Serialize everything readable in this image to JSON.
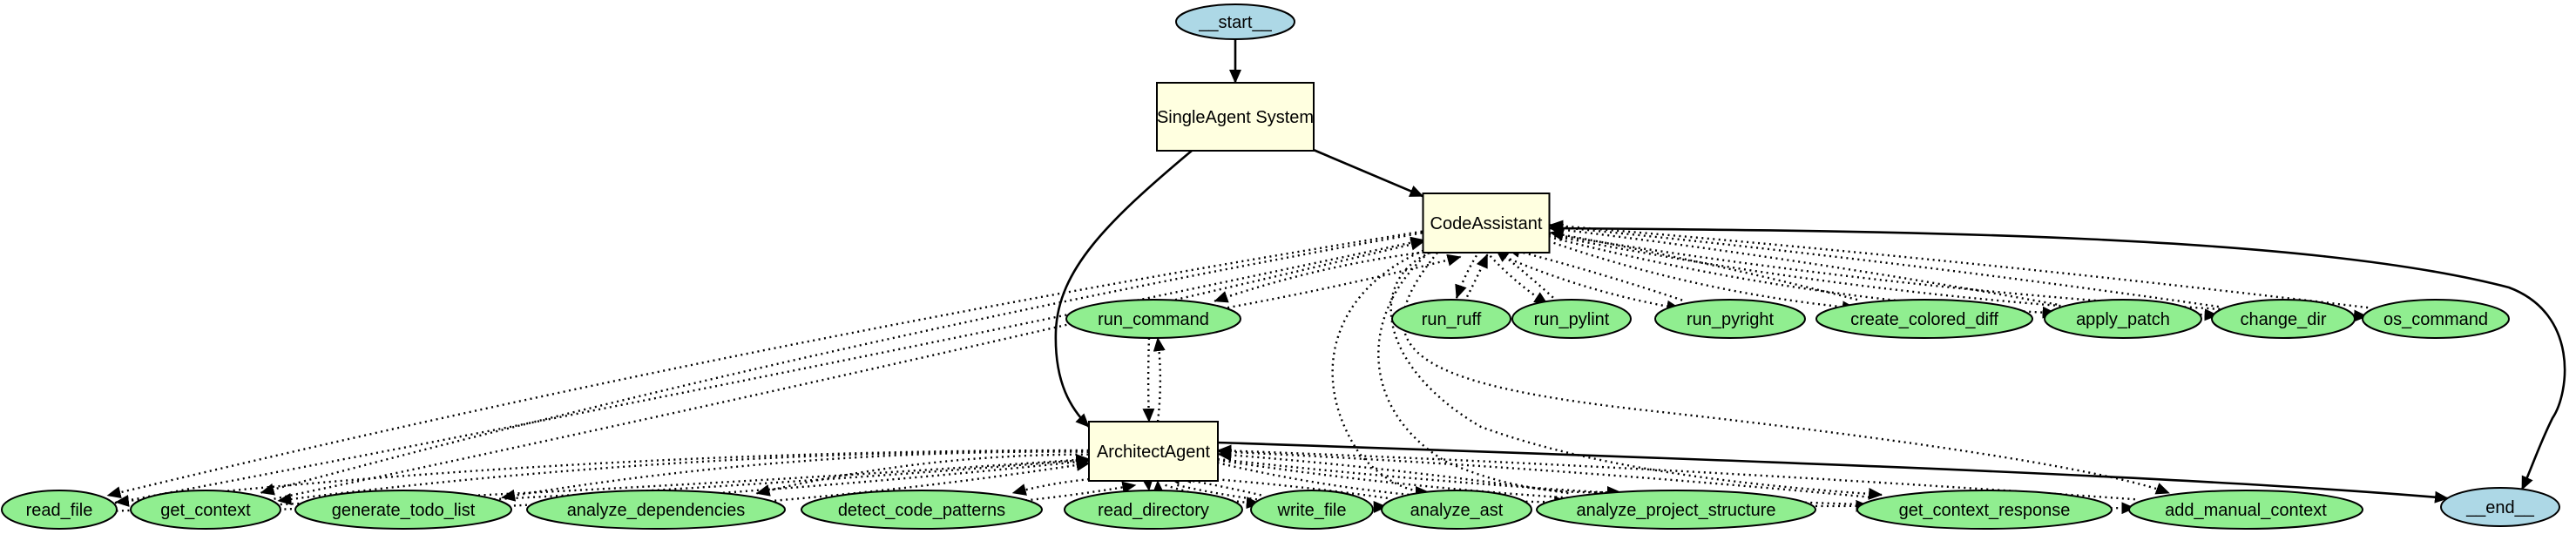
{
  "graph": {
    "colors": {
      "terminal": "#add8e6",
      "agent": "#ffffe0",
      "tool": "#90ee90",
      "edge": "#000000"
    },
    "nodes": [
      {
        "id": "start",
        "label": "__start__",
        "kind": "terminal"
      },
      {
        "id": "single_agent",
        "label": "SingleAgent System",
        "kind": "agent"
      },
      {
        "id": "code_assistant",
        "label": "CodeAssistant",
        "kind": "agent"
      },
      {
        "id": "architect_agent",
        "label": "ArchitectAgent",
        "kind": "agent"
      },
      {
        "id": "end",
        "label": "__end__",
        "kind": "terminal"
      },
      {
        "id": "run_command",
        "label": "run_command",
        "kind": "tool"
      },
      {
        "id": "run_ruff",
        "label": "run_ruff",
        "kind": "tool"
      },
      {
        "id": "run_pylint",
        "label": "run_pylint",
        "kind": "tool"
      },
      {
        "id": "run_pyright",
        "label": "run_pyright",
        "kind": "tool"
      },
      {
        "id": "create_colored_diff",
        "label": "create_colored_diff",
        "kind": "tool"
      },
      {
        "id": "apply_patch",
        "label": "apply_patch",
        "kind": "tool"
      },
      {
        "id": "change_dir",
        "label": "change_dir",
        "kind": "tool"
      },
      {
        "id": "os_command",
        "label": "os_command",
        "kind": "tool"
      },
      {
        "id": "read_file",
        "label": "read_file",
        "kind": "tool"
      },
      {
        "id": "get_context",
        "label": "get_context",
        "kind": "tool"
      },
      {
        "id": "generate_todo_list",
        "label": "generate_todo_list",
        "kind": "tool"
      },
      {
        "id": "analyze_dependencies",
        "label": "analyze_dependencies",
        "kind": "tool"
      },
      {
        "id": "detect_code_patterns",
        "label": "detect_code_patterns",
        "kind": "tool"
      },
      {
        "id": "read_directory",
        "label": "read_directory",
        "kind": "tool"
      },
      {
        "id": "write_file",
        "label": "write_file",
        "kind": "tool"
      },
      {
        "id": "analyze_ast",
        "label": "analyze_ast",
        "kind": "tool"
      },
      {
        "id": "analyze_project_structure",
        "label": "analyze_project_structure",
        "kind": "tool"
      },
      {
        "id": "get_context_response",
        "label": "get_context_response",
        "kind": "tool"
      },
      {
        "id": "add_manual_context",
        "label": "add_manual_context",
        "kind": "tool"
      }
    ],
    "edges": [
      {
        "from": "start",
        "to": "single_agent",
        "style": "solid"
      },
      {
        "from": "single_agent",
        "to": "code_assistant",
        "style": "solid"
      },
      {
        "from": "single_agent",
        "to": "architect_agent",
        "style": "solid"
      },
      {
        "from": "code_assistant",
        "to": "end",
        "style": "solid"
      },
      {
        "from": "architect_agent",
        "to": "end",
        "style": "solid"
      },
      {
        "from": "code_assistant",
        "to": "run_command",
        "style": "dotted"
      },
      {
        "from": "code_assistant",
        "to": "run_ruff",
        "style": "dotted"
      },
      {
        "from": "code_assistant",
        "to": "run_pylint",
        "style": "dotted"
      },
      {
        "from": "code_assistant",
        "to": "run_pyright",
        "style": "dotted"
      },
      {
        "from": "code_assistant",
        "to": "create_colored_diff",
        "style": "dotted"
      },
      {
        "from": "code_assistant",
        "to": "apply_patch",
        "style": "dotted"
      },
      {
        "from": "code_assistant",
        "to": "change_dir",
        "style": "dotted"
      },
      {
        "from": "code_assistant",
        "to": "os_command",
        "style": "dotted"
      },
      {
        "from": "code_assistant",
        "to": "read_file",
        "style": "dotted"
      },
      {
        "from": "code_assistant",
        "to": "get_context",
        "style": "dotted"
      },
      {
        "from": "code_assistant",
        "to": "analyze_ast",
        "style": "dotted"
      },
      {
        "from": "code_assistant",
        "to": "analyze_project_structure",
        "style": "dotted"
      },
      {
        "from": "code_assistant",
        "to": "get_context_response",
        "style": "dotted"
      },
      {
        "from": "code_assistant",
        "to": "add_manual_context",
        "style": "dotted"
      },
      {
        "from": "architect_agent",
        "to": "run_command",
        "style": "dotted"
      },
      {
        "from": "architect_agent",
        "to": "read_file",
        "style": "dotted"
      },
      {
        "from": "architect_agent",
        "to": "get_context",
        "style": "dotted"
      },
      {
        "from": "architect_agent",
        "to": "generate_todo_list",
        "style": "dotted"
      },
      {
        "from": "architect_agent",
        "to": "analyze_dependencies",
        "style": "dotted"
      },
      {
        "from": "architect_agent",
        "to": "detect_code_patterns",
        "style": "dotted"
      },
      {
        "from": "architect_agent",
        "to": "read_directory",
        "style": "dotted"
      },
      {
        "from": "architect_agent",
        "to": "write_file",
        "style": "dotted"
      },
      {
        "from": "architect_agent",
        "to": "analyze_ast",
        "style": "dotted"
      },
      {
        "from": "architect_agent",
        "to": "analyze_project_structure",
        "style": "dotted"
      },
      {
        "from": "architect_agent",
        "to": "get_context_response",
        "style": "dotted"
      },
      {
        "from": "architect_agent",
        "to": "add_manual_context",
        "style": "dotted"
      }
    ]
  }
}
